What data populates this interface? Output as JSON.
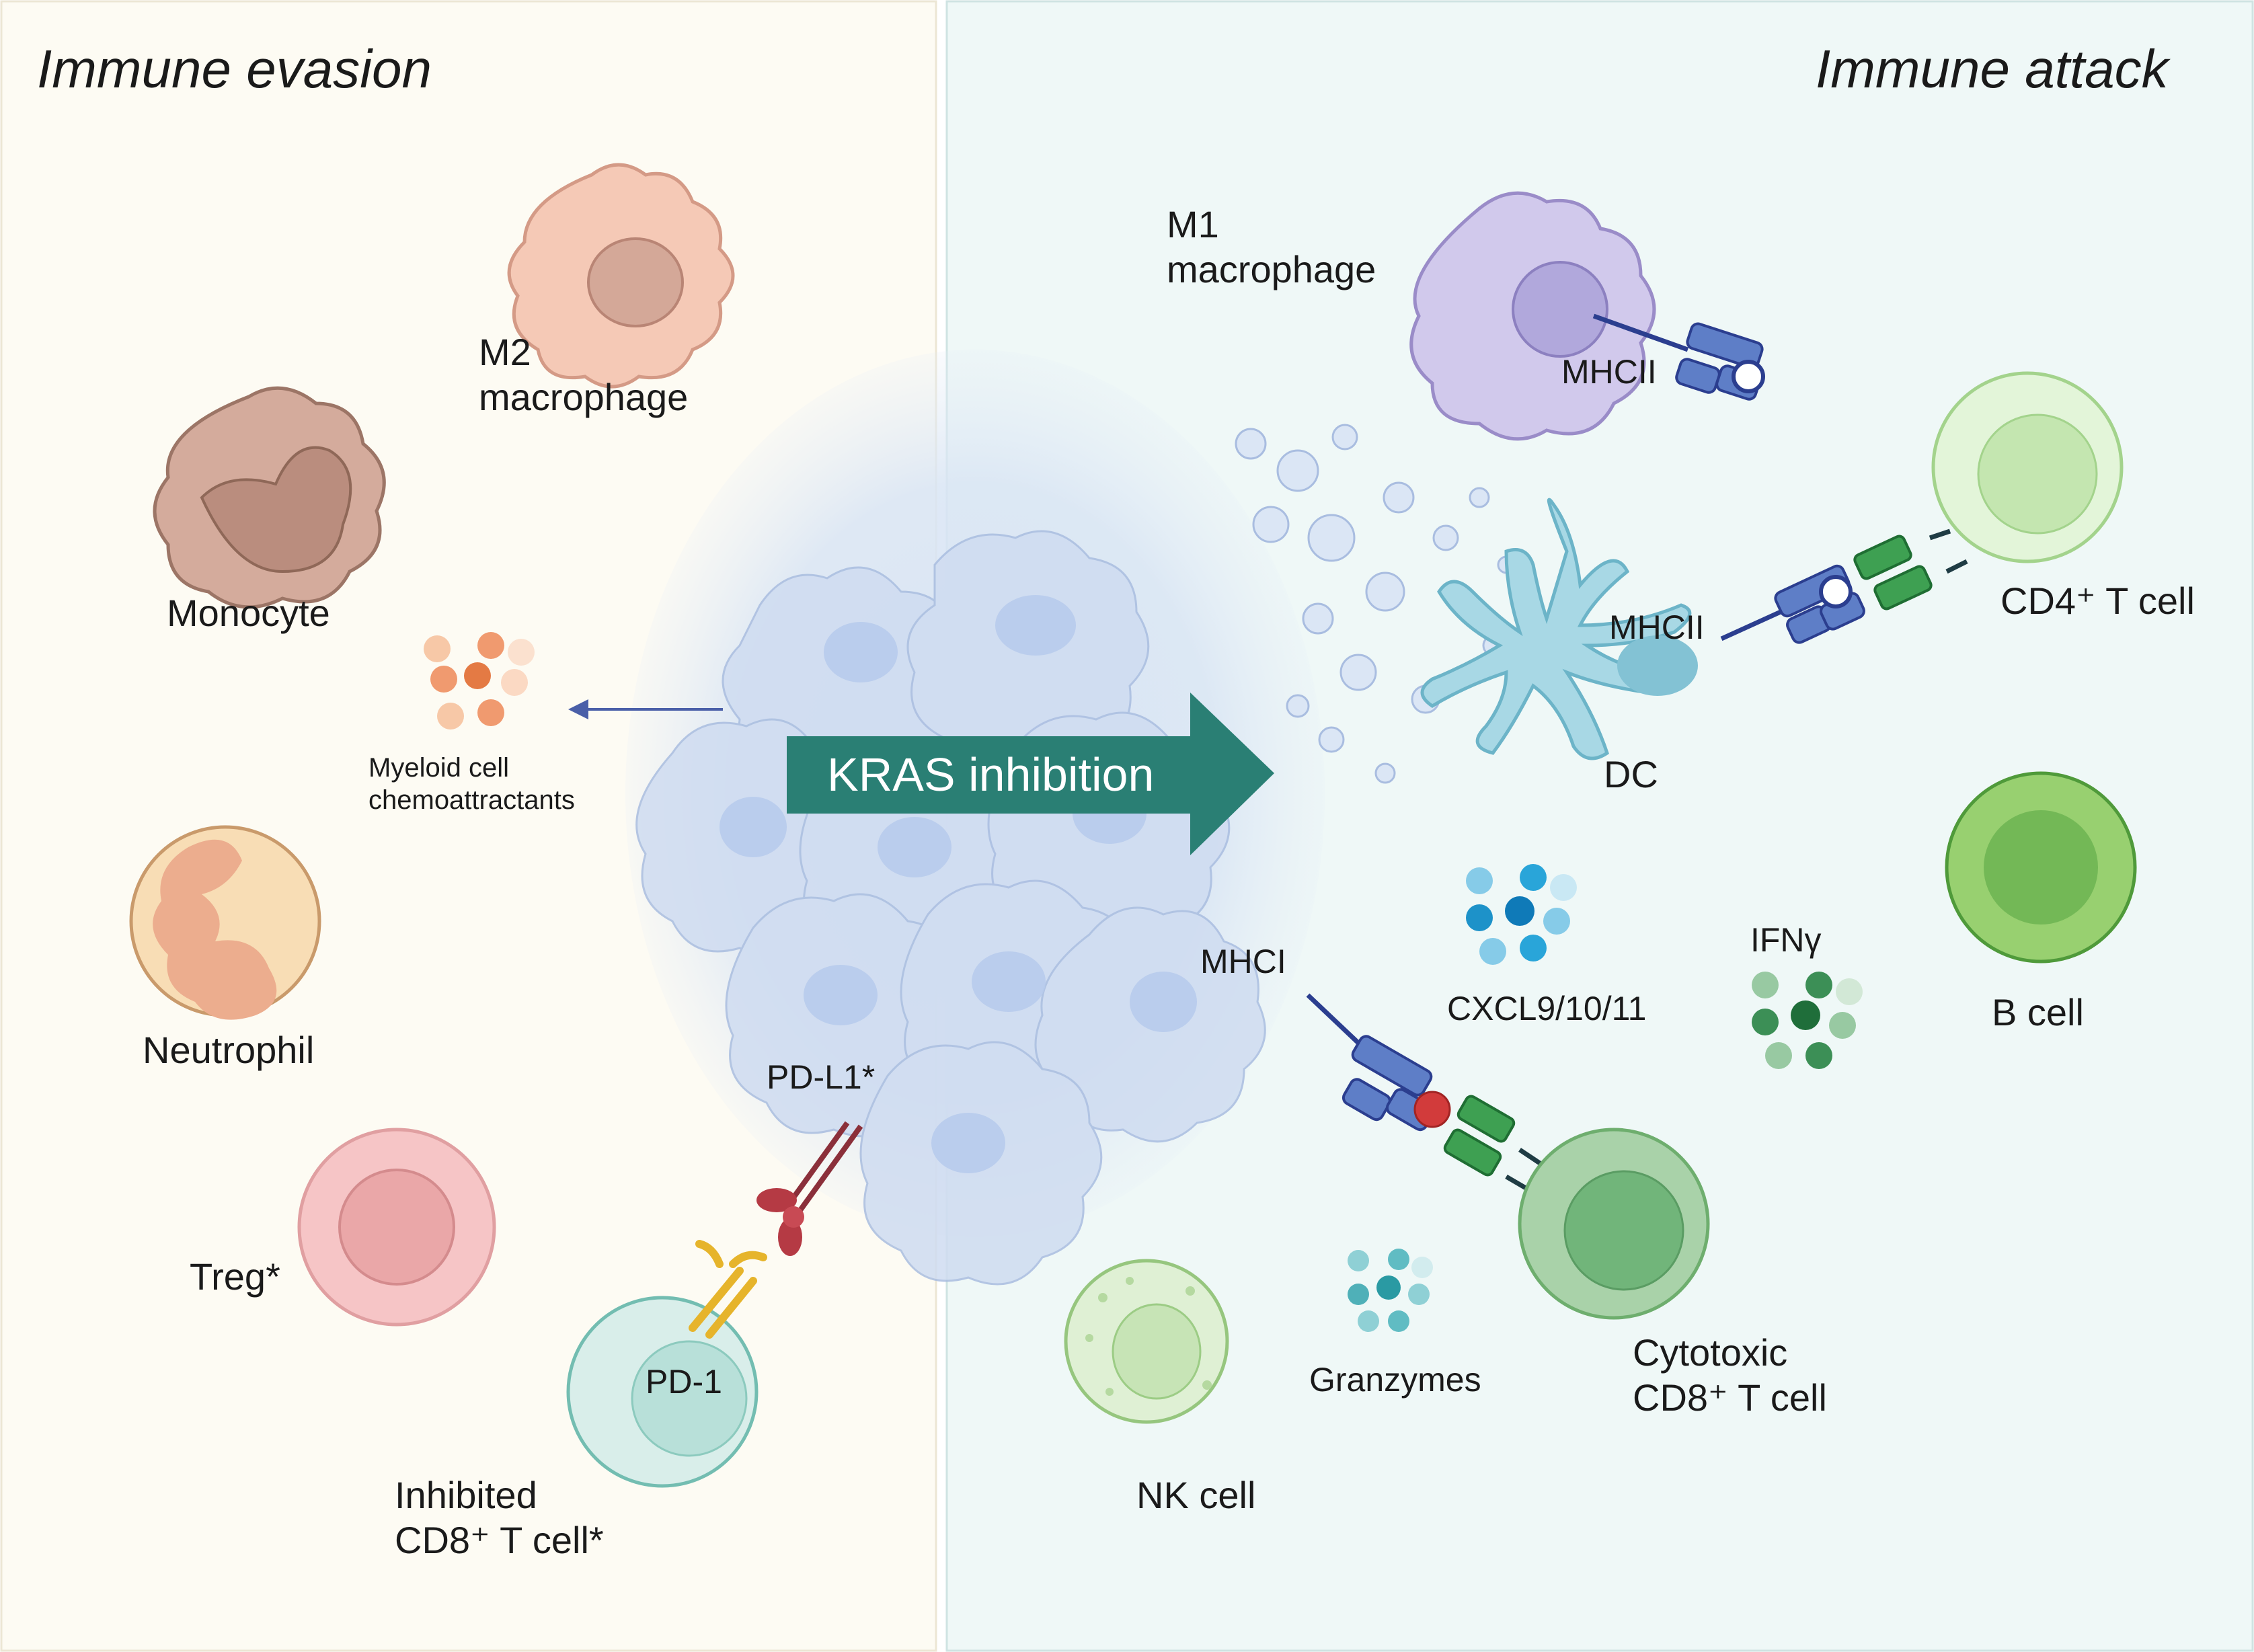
{
  "panels": {
    "left_title": "Immune evasion",
    "right_title": "Immune attack"
  },
  "center": {
    "arrow_label": "KRAS inhibition"
  },
  "left": {
    "m2_macrophage": [
      "M2",
      "macrophage"
    ],
    "monocyte": "Monocyte",
    "chemoattractants": [
      "Myeloid cell",
      "chemoattractants"
    ],
    "neutrophil": "Neutrophil",
    "treg": "Treg*",
    "pd_l1": "PD-L1*",
    "pd_1": "PD-1",
    "inhibited_cd8": [
      "Inhibited",
      "CD8⁺ T cell*"
    ]
  },
  "right": {
    "m1_macrophage": [
      "M1",
      "macrophage"
    ],
    "mhcii_macrophage": "MHCII",
    "mhcii_dc": "MHCII",
    "dc": "DC",
    "cd4_t_cell": "CD4⁺ T cell",
    "mhci": "MHCI",
    "cxcl": "CXCL9/10/11",
    "ifng": "IFNγ",
    "b_cell": "B cell",
    "granzymes": "Granzymes",
    "cytotoxic_cd8": [
      "Cytotoxic",
      "CD8⁺ T cell"
    ],
    "nk_cell": "NK cell"
  },
  "colors": {
    "left_bg": "#fdfbf3",
    "right_bg": "#eff8f7",
    "arrow": "#2a7f74",
    "tumor": "#c9d8f0"
  }
}
